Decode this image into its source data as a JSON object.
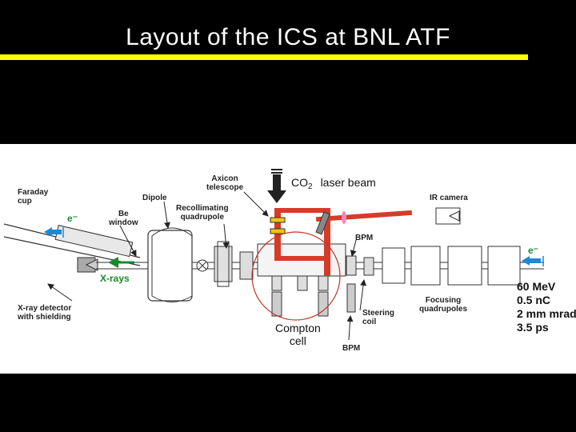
{
  "title": "Layout of the ICS at BNL ATF",
  "colors": {
    "background": "#000000",
    "title_rule": "#ffff00",
    "laser": "#d63b2a",
    "xrays_and_electrons": "#1a8a2e",
    "electron_arrow": "#1e88d6",
    "compton_circle": "#c0392b"
  },
  "labels": {
    "faraday_cup": "Faraday\ncup",
    "electron_left": "e⁻",
    "be_window": "Be\nwindow",
    "dipole": "Dipole",
    "axicon_telescope": "Axicon\ntelescope",
    "recollimating_quadrupole": "Recollimating\nquadrupole",
    "co2_prefix": "CO",
    "co2_sub": "2",
    "laser_beam": "laser beam",
    "ir_camera": "IR camera",
    "bpm_top": "BPM",
    "electron_right": "e⁻",
    "xrays": "X-rays",
    "xray_detector": "X-ray detector\nwith shielding",
    "compton_cell": "Compton\ncell",
    "steering_coil": "Steering\ncoil",
    "bpm_bottom": "BPM",
    "focusing_quadrupoles": "Focusing\nquadrupoles",
    "beam_params": [
      "60 MeV",
      "0.5 nC",
      "2 mm mrad",
      "3.5 ps"
    ]
  }
}
